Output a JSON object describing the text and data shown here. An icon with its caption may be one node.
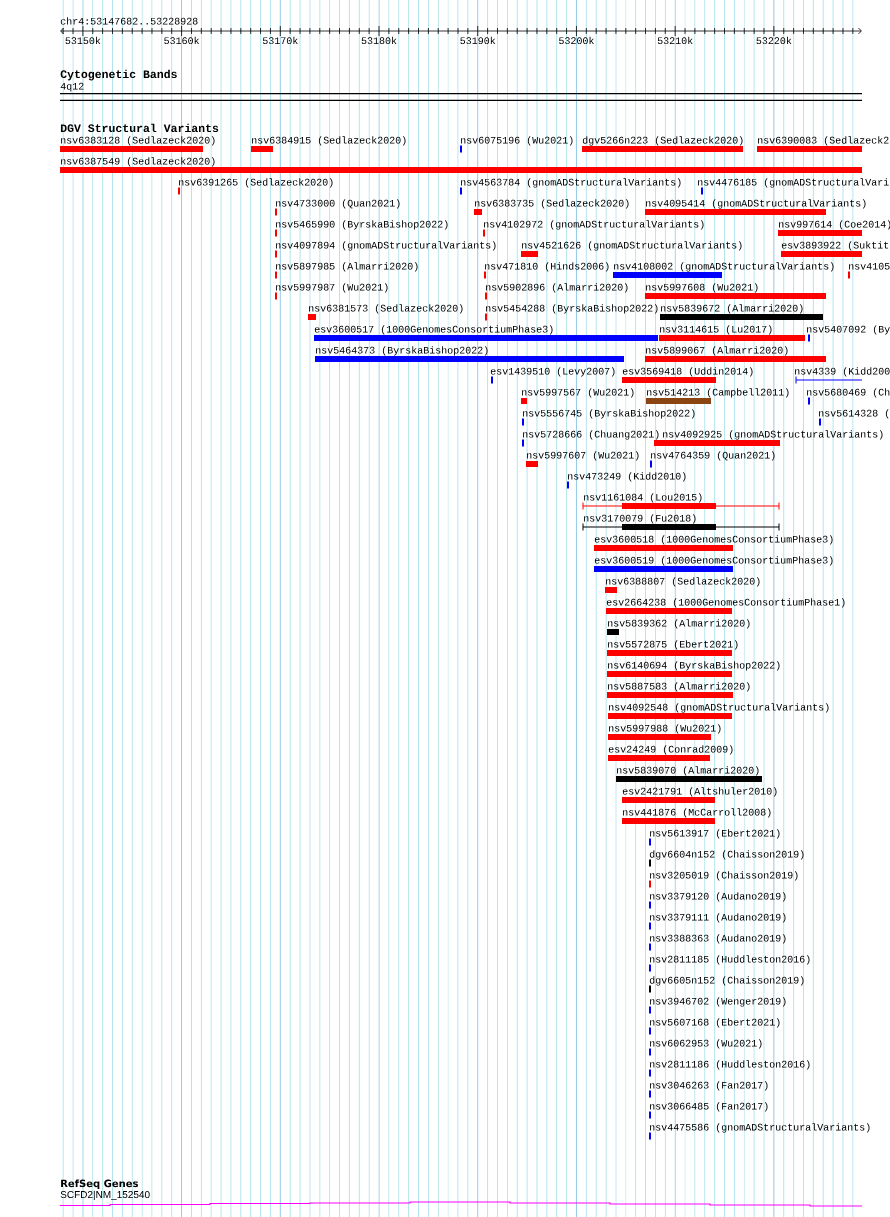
{
  "diagram": {
    "nodes": [
      {
        "text": [
          "4q12"
        ]
      },
      {
        "text": [
          "nsv6383128 (Sedlazeck2020)"
        ]
      },
      {
        "text": [
          "nsv6384915 (Sedlazeck2020)"
        ]
      },
      {
        "text": [
          "nsv6075196 (Wu2021)"
        ]
      },
      {
        "text": [
          "dgv5266n223 (Sedlazeck2020)"
        ]
      },
      {
        "text": [
          "nsv6390083 (Sedlazeck2"
        ]
      },
      {
        "text": [
          "nsv6387549 (Sedlazeck2020)"
        ]
      },
      {
        "text": [
          "nsv6391265 (Sedlazeck2020)"
        ]
      },
      {
        "text": [
          "nsv4563784 (gnomADStructuralVariants)"
        ]
      },
      {
        "text": [
          "nsv4476185 (gnomADStructuralVari"
        ]
      },
      {
        "text": [
          "nsv4733000 (Quan2021)"
        ]
      },
      {
        "text": [
          "nsv6383735 (Sedlazeck2020)"
        ]
      },
      {
        "text": [
          "nsv4095414 (gnomADStructuralVariants)"
        ]
      },
      {
        "text": [
          "nsv5465990 (ByrskaBishop2022)"
        ]
      },
      {
        "text": [
          "nsv4102972 (gnomADStructuralVariants)"
        ]
      },
      {
        "text": [
          "nsv997614 (Coe2014)"
        ]
      },
      {
        "text": [
          "nsv4097894 (gnomADStructuralVariants)"
        ]
      },
      {
        "text": [
          "nsv4521626 (gnomADStructuralVariants)"
        ]
      },
      {
        "text": [
          "esv3893922 (Suktit"
        ]
      },
      {
        "text": [
          "nsv5897985 (Almarri2020)"
        ]
      },
      {
        "text": [
          "nsv471810 (Hinds2006)"
        ]
      },
      {
        "text": [
          "nsv4108002 (gnomADStructuralVariants)"
        ]
      },
      {
        "text": [
          "nsv4105"
        ]
      },
      {
        "text": [
          "nsv5997987 (Wu2021)"
        ]
      },
      {
        "text": [
          "nsv5902896 (Almarri2020)"
        ]
      },
      {
        "text": [
          "nsv5997608 (Wu2021)"
        ]
      },
      {
        "text": [
          "nsv6381573 (Sedlazeck2020)"
        ]
      },
      {
        "text": [
          "nsv5454288 (ByrskaBishop2022)"
        ]
      },
      {
        "text": [
          "nsv5839672 (Almarri2020)"
        ]
      },
      {
        "text": [
          "esv3600517 (1000GenomesConsortiumPhase3)"
        ]
      },
      {
        "text": [
          "nsv3114615 (Lu2017)"
        ]
      },
      {
        "text": [
          "nsv5407092 (By"
        ]
      },
      {
        "text": [
          "nsv5464373 (ByrskaBishop2022)"
        ]
      },
      {
        "text": [
          "nsv5899067 (Almarri2020)"
        ]
      },
      {
        "text": [
          "esv1439510 (Levy2007)"
        ]
      },
      {
        "text": [
          "esv3569418 (Uddin2014)"
        ]
      },
      {
        "text": [
          "nsv4339 (Kidd200"
        ]
      },
      {
        "text": [
          "nsv5997567 (Wu2021)"
        ]
      },
      {
        "text": [
          "nsv514213 (Campbell2011)"
        ]
      },
      {
        "text": [
          "nsv5680469 (Ch"
        ]
      },
      {
        "text": [
          "nsv5556745 (ByrskaBishop2022)"
        ]
      },
      {
        "text": [
          "nsv5614328 ("
        ]
      },
      {
        "text": [
          "nsv5728666 (Chuang2021)"
        ]
      },
      {
        "text": [
          "nsv4092925 (gnomADStructuralVariants)"
        ]
      },
      {
        "text": [
          "nsv5997607 (Wu2021)"
        ]
      },
      {
        "text": [
          "nsv4764359 (Quan2021)"
        ]
      },
      {
        "text": [
          "nsv473249 (Kidd2010)"
        ]
      },
      {
        "text": [
          "nsv1161084 (Lou2015)"
        ]
      },
      {
        "text": [
          "nsv3170079 (Fu2018)"
        ]
      },
      {
        "text": [
          "esv3600518 (1000GenomesConsortiumPhase3)"
        ]
      },
      {
        "text": [
          "esv3600519 (1000GenomesConsortiumPhase3)"
        ]
      },
      {
        "text": [
          "nsv6388807 (Sedlazeck2020)"
        ]
      },
      {
        "text": [
          "esv2664238 (1000GenomesConsortiumPhase1)"
        ]
      },
      {
        "text": [
          "nsv5839362 (Almarri2020)"
        ]
      },
      {
        "text": [
          "nsv5572875 (Ebert2021)"
        ]
      },
      {
        "text": [
          "nsv6140694 (ByrskaBishop2022)"
        ]
      },
      {
        "text": [
          "nsv5887583 (Almarri2020)"
        ]
      },
      {
        "text": [
          "nsv4092548 (gnomADStructuralVariants)"
        ]
      },
      {
        "text": [
          "nsv5997988 (Wu2021)"
        ]
      },
      {
        "text": [
          "esv24249 (Conrad2009)"
        ]
      },
      {
        "text": [
          "nsv5839070 (Almarri2020)"
        ]
      },
      {
        "text": [
          "esv2421791 (Altshuler2010)"
        ]
      },
      {
        "text": [
          "nsv441876 (McCarroll2008)"
        ]
      },
      {
        "text": [
          "nsv5613917 (Ebert2021)"
        ]
      },
      {
        "text": [
          "dgv6604n152 (Chaisson2019)"
        ]
      },
      {
        "text": [
          "nsv3205019 (Chaisson2019)"
        ]
      },
      {
        "text": [
          "nsv3379120 (Audano2019)"
        ]
      },
      {
        "text": [
          "nsv3379111 (Audano2019)"
        ]
      },
      {
        "text": [
          "nsv3388363 (Audano2019)"
        ]
      },
      {
        "text": [
          "nsv2811185 (Huddleston2016)"
        ]
      },
      {
        "text": [
          "dgv6605n152 (Chaisson2019)"
        ]
      },
      {
        "text": [
          "nsv3946702 (Wenger2019)"
        ]
      },
      {
        "text": [
          "nsv5607168 (Ebert2021)"
        ]
      },
      {
        "text": [
          "nsv6062953 (Wu2021)"
        ]
      },
      {
        "text": [
          "nsv2811186 (Huddleston2016)"
        ]
      },
      {
        "text": [
          "nsv3046263 (Fan2017)"
        ]
      },
      {
        "text": [
          "nsv3066485 (Fan2017)"
        ]
      },
      {
        "text": [
          "nsv4475586 (gnomADStructuralVariants)"
        ]
      },
      {
        "text": [
          "SCFD2|NM_152540"
        ]
      }
    ],
    "labels": [
      "chr4:53147682..53228928",
      "53150k",
      "53160k",
      "53170k",
      "53180k",
      "53190k",
      "53200k",
      "53210k",
      "53220k",
      "Cytogenetic Bands",
      "DGV Structural Variants",
      "RefSeq Genes"
    ]
  }
}
